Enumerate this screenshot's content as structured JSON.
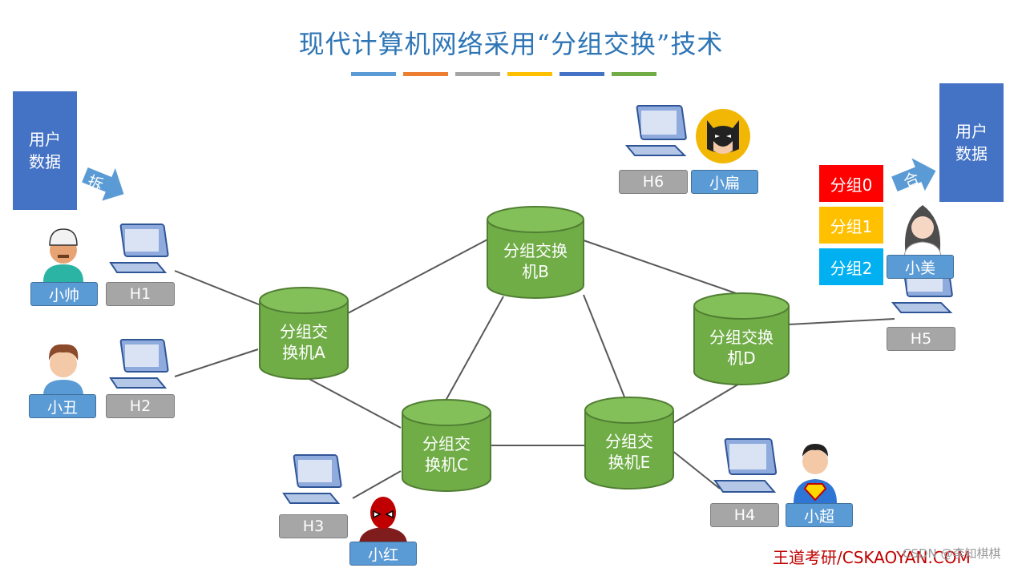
{
  "title": "现代计算机网络采用“分组交换”技术",
  "title_bar_colors": [
    "#5b9bd5",
    "#ed7d31",
    "#a5a5a5",
    "#ffc000",
    "#4472c4",
    "#70ad47"
  ],
  "left_data": {
    "line1": "用户",
    "line2": "数据"
  },
  "right_data": {
    "line1": "用户",
    "line2": "数据"
  },
  "split_label": "拆",
  "merge_label": "合",
  "switches": {
    "A": {
      "line1": "分组交",
      "line2": "换机A"
    },
    "B": {
      "line1": "分组交换",
      "line2": "机B"
    },
    "C": {
      "line1": "分组交",
      "line2": "换机C"
    },
    "D": {
      "line1": "分组交换",
      "line2": "机D"
    },
    "E": {
      "line1": "分组交",
      "line2": "换机E"
    }
  },
  "hosts": {
    "H1": "H1",
    "H2": "H2",
    "H3": "H3",
    "H4": "H4",
    "H5": "H5",
    "H6": "H6"
  },
  "people": {
    "shuai": "小帅",
    "chou": "小丑",
    "hong": "小红",
    "chao": "小超",
    "bian": "小扁",
    "mei": "小美"
  },
  "packets": [
    {
      "label": "分组0",
      "color": "#ff0000"
    },
    {
      "label": "分组1",
      "color": "#ffc000"
    },
    {
      "label": "分组2",
      "color": "#00b0f0"
    }
  ],
  "footer": "王道考研/CSKAOYAN.COM",
  "csdn": "CSDN @李知棋棋",
  "colors": {
    "switch_fill": "#70ad47",
    "switch_top": "#84c05a",
    "switch_stroke": "#507e32"
  }
}
